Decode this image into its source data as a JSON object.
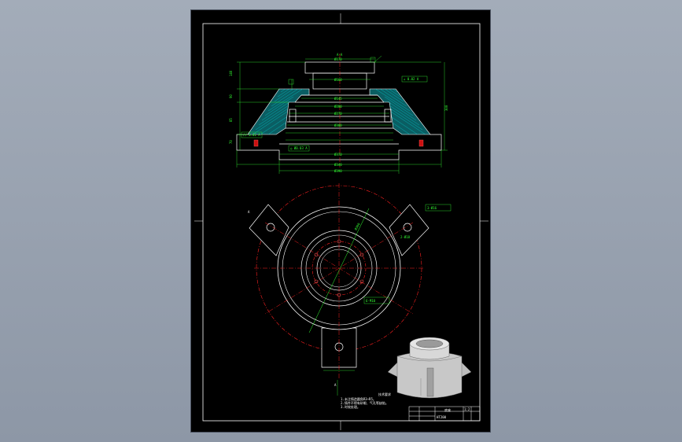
{
  "colors": {
    "background": "#000000",
    "outline": "#ffffff",
    "dimension": "#33ff33",
    "centerline": "#ff2020",
    "hatch": "#00c8c8",
    "frame": "#ffffff"
  },
  "section": {
    "label": "A-A",
    "dims": [
      "Ø170",
      "Ø160",
      "Ø145",
      "Ø280",
      "Ø270",
      "Ø300",
      "Ø370",
      "Ø390",
      "Ø340"
    ],
    "side_dims": [
      "140",
      "90",
      "85",
      "70"
    ],
    "right_dim": "300",
    "tolerance_boxes": [
      "⊥ 0.02 A",
      "// 0.02 A",
      "◎ Ø0.03 A"
    ]
  },
  "plan": {
    "labels": [
      "A",
      "A",
      "2-Ø18",
      "Ø300"
    ],
    "callouts": [
      "3-Ø16",
      "6-M10"
    ]
  },
  "notes": {
    "title": "技术要求",
    "lines": [
      "1.未注铸造圆角R3~R5。",
      "2.铸件不得有砂眼、气孔等缺陷。",
      "3.时效处理。"
    ]
  },
  "title_block": {
    "name": "底座",
    "material": "HT200",
    "scale": "1:2"
  }
}
